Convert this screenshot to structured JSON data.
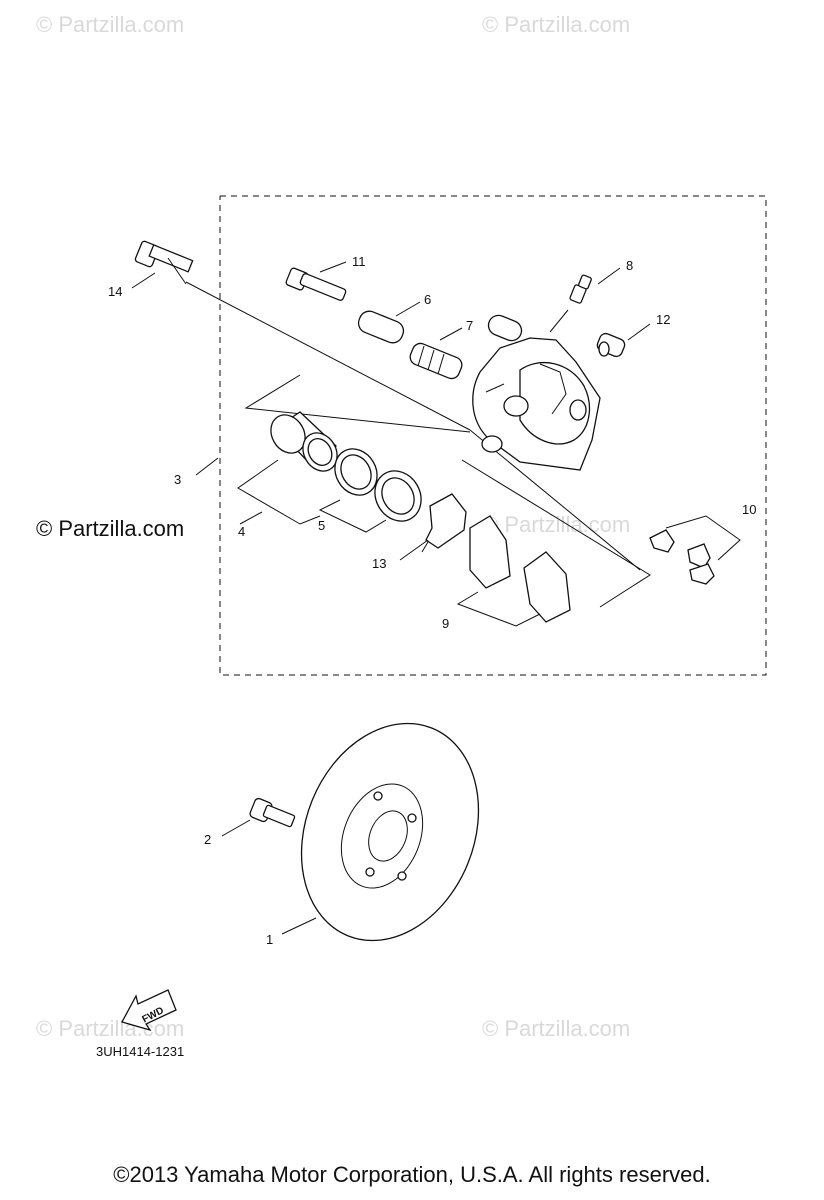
{
  "watermarks": {
    "top_left": "© Partzilla.com",
    "top_right": "© Partzilla.com",
    "middle_left": "© Partzilla.com",
    "middle_center": "© Partzilla.com",
    "bottom_left": "© Partzilla.com",
    "bottom_right": "© Partzilla.com"
  },
  "callouts": {
    "p1": "1",
    "p2": "2",
    "p3": "3",
    "p4": "4",
    "p5": "5",
    "p6": "6",
    "p7": "7",
    "p8": "8",
    "p9": "9",
    "p10": "10",
    "p11": "11",
    "p12": "12",
    "p13": "13",
    "p14": "14"
  },
  "fwd_label": "FWD",
  "diagram_code": "3UH1414-1231",
  "copyright": "©2013  Yamaha Motor Corporation, U.S.A. All rights reserved."
}
